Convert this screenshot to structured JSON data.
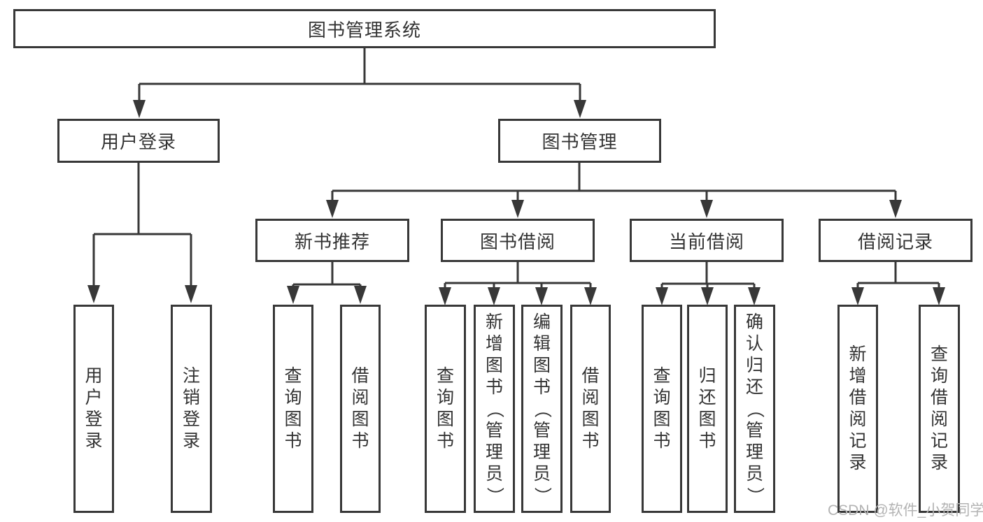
{
  "diagram": {
    "tree": {
      "label": "图书管理系统",
      "children": [
        {
          "label": "用户登录",
          "children": [
            {
              "label": "用户登录"
            },
            {
              "label": "注销登录"
            }
          ]
        },
        {
          "label": "图书管理",
          "children": [
            {
              "label": "新书推荐",
              "children": [
                {
                  "label": "查询图书"
                },
                {
                  "label": "借阅图书"
                }
              ]
            },
            {
              "label": "图书借阅",
              "children": [
                {
                  "label": "查询图书"
                },
                {
                  "label": "新增图书（管理员）"
                },
                {
                  "label": "编辑图书（管理员）"
                },
                {
                  "label": "借阅图书"
                }
              ]
            },
            {
              "label": "当前借阅",
              "children": [
                {
                  "label": "查询图书"
                },
                {
                  "label": "归还图书"
                },
                {
                  "label": "确认归还（管理员）"
                }
              ]
            },
            {
              "label": "借阅记录",
              "children": [
                {
                  "label": "新增借阅记录"
                },
                {
                  "label": "查询借阅记录"
                }
              ]
            }
          ]
        }
      ]
    },
    "watermark": "CSDN @软件_小贺同学",
    "colors": {
      "line": "#383838",
      "text": "#333333",
      "background": "#ffffff",
      "watermark": "#b3b3b3"
    }
  }
}
